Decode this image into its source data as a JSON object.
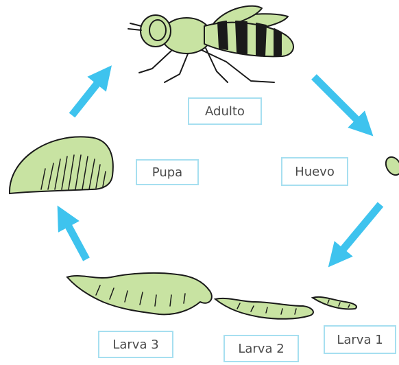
{
  "colors": {
    "arrow": "#3ec3ee",
    "body_fill": "#c8e3a2",
    "outline": "#1a1a1a",
    "label_border": "#a6dff0",
    "label_text": "#4a4a4a"
  },
  "stages": {
    "adult": "Adulto",
    "egg": "Huevo",
    "larva1": "Larva 1",
    "larva2": "Larva 2",
    "larva3": "Larva 3",
    "pupa": "Pupa"
  }
}
